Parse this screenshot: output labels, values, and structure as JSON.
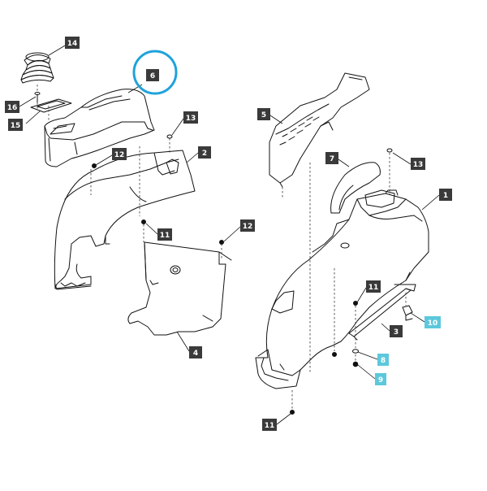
{
  "colors": {
    "outline": "#111111",
    "dash": "#333333",
    "label_dark": "#3a3a3a",
    "label_cyan": "#5cc8dc",
    "label_text": "#ffffff",
    "highlight_circle": "#1fa3da"
  },
  "labels": {
    "l14": "14",
    "l6": "6",
    "l16": "16",
    "l15": "15",
    "l13a": "13",
    "l12a": "12",
    "l2": "2",
    "l11a": "11",
    "l12b": "12",
    "l4": "4",
    "l5": "5",
    "l7": "7",
    "l13b": "13",
    "l1": "1",
    "l11b": "11",
    "l3": "3",
    "l10": "10",
    "l8": "8",
    "l9": "9",
    "l11c": "11"
  }
}
